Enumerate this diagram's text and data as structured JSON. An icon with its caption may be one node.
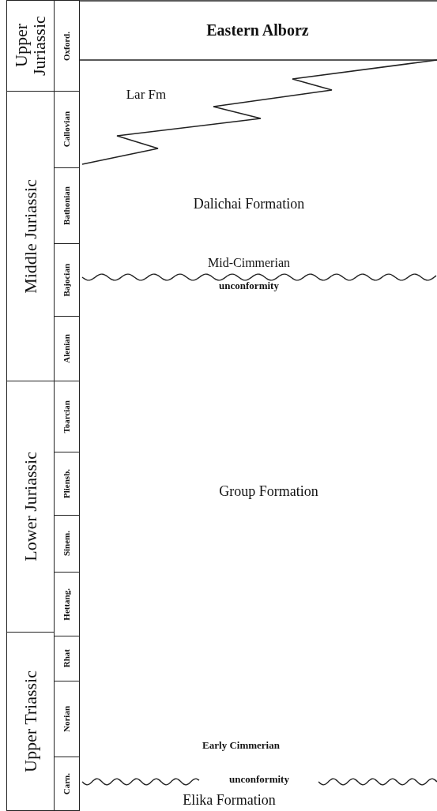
{
  "diagram": {
    "title": "Eastern Alborz",
    "nodes": [
      {
        "text": [
          "Upper Juriassic"
        ]
      },
      {
        "text": [
          "Middle Juriassic"
        ]
      },
      {
        "text": [
          "Lower Juriassic"
        ]
      },
      {
        "text": [
          "Upper Triassic"
        ]
      },
      {
        "text": [
          "Oxford."
        ]
      },
      {
        "text": [
          "Callovian"
        ]
      },
      {
        "text": [
          "Bathonian"
        ]
      },
      {
        "text": [
          "Bajocian"
        ]
      },
      {
        "text": [
          "Alenian"
        ]
      },
      {
        "text": [
          "Toarcian"
        ]
      },
      {
        "text": [
          "Pliensb."
        ]
      },
      {
        "text": [
          "Sinem."
        ]
      },
      {
        "text": [
          "Hettang."
        ]
      },
      {
        "text": [
          "Rhat"
        ]
      },
      {
        "text": [
          "Norian"
        ]
      },
      {
        "text": [
          "Carn."
        ]
      }
    ],
    "edges": [],
    "labels": [
      "Lar Fm",
      "Dalichai Formation",
      "Mid-Cimmerian",
      "unconformity",
      "Group Formation",
      "Early Cimmerian",
      "unconformity",
      "Elika Formation"
    ]
  }
}
